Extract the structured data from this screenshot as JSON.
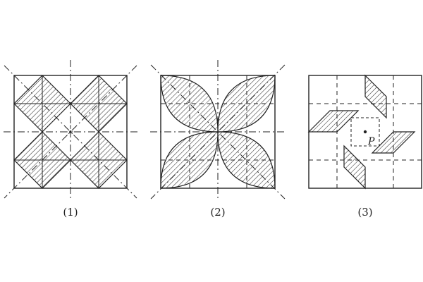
{
  "figures": [
    {
      "id": "fig1",
      "caption": "(1)"
    },
    {
      "id": "fig2",
      "caption": "(2)"
    },
    {
      "id": "fig3",
      "caption": "(3)",
      "point_label": "P"
    }
  ],
  "colors": {
    "line": "#222222",
    "hatch": "#333333",
    "background": "#ffffff"
  }
}
